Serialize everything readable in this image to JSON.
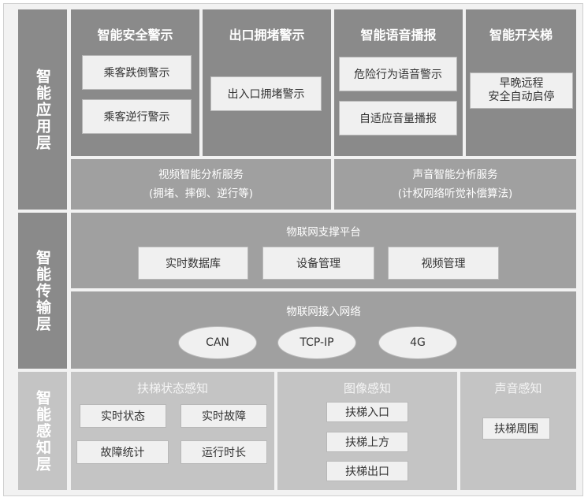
{
  "layers": {
    "application": {
      "label": "智能应用层",
      "columns": [
        {
          "title": "智能安全警示",
          "items": [
            "乘客跌倒警示",
            "乘客逆行警示"
          ]
        },
        {
          "title": "出口拥堵警示",
          "items": [
            "出入口拥堵警示"
          ]
        },
        {
          "title": "智能语音播报",
          "items": [
            "危险行为语音警示",
            "自适应音量播报"
          ]
        },
        {
          "title": "智能开关梯",
          "items": [
            {
              "line1": "早晚远程",
              "line2": "安全自动启停"
            }
          ]
        }
      ],
      "services": [
        {
          "line1": "视频智能分析服务",
          "line2": "(拥堵、摔倒、逆行等)"
        },
        {
          "line1": "声音智能分析服务",
          "line2": "(计权网络听觉补偿算法)"
        }
      ]
    },
    "transmission": {
      "label": "智能传输层",
      "platform": {
        "title": "物联网支撑平台",
        "items": [
          "实时数据库",
          "设备管理",
          "视频管理"
        ]
      },
      "network": {
        "title": "物联网接入网络",
        "items": [
          "CAN",
          "TCP-IP",
          "4G"
        ]
      }
    },
    "perception": {
      "label": "智能感知层",
      "groups": [
        {
          "title": "扶梯状态感知",
          "items": [
            "实时状态",
            "实时故障",
            "故障统计",
            "运行时长"
          ]
        },
        {
          "title": "图像感知",
          "items": [
            "扶梯入口",
            "扶梯上方",
            "扶梯出口"
          ]
        },
        {
          "title": "声音感知",
          "items": [
            "扶梯周围"
          ]
        }
      ]
    }
  },
  "colors": {
    "dark": "#8a8a8a",
    "mid": "#a0a0a0",
    "light": "#c4c4c4",
    "box": "#f0f0f0"
  }
}
